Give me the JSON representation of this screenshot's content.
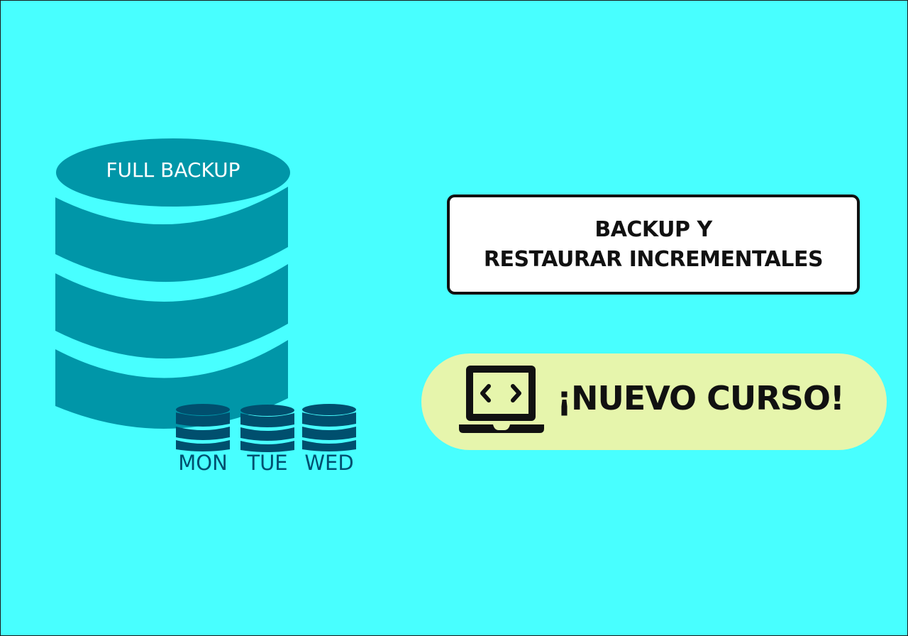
{
  "colors": {
    "background": "#48ffff",
    "cylinder_main": "#0096a8",
    "cylinder_small": "#004f6e",
    "day_label": "#005070",
    "title_box_bg": "#ffffff",
    "title_box_border": "#111111",
    "pill_bg": "#e6f5ac",
    "text_dark": "#111111",
    "text_light": "#ffffff"
  },
  "full_backup": {
    "label": "FULL BACKUP",
    "icon": "database-cylinder-icon"
  },
  "incrementals": [
    {
      "day": "MON",
      "icon": "database-small-icon"
    },
    {
      "day": "TUE",
      "icon": "database-small-icon"
    },
    {
      "day": "WED",
      "icon": "database-small-icon"
    }
  ],
  "title": {
    "line1": "BACKUP Y",
    "line2": "RESTAURAR INCREMENTALES"
  },
  "badge": {
    "icon": "laptop-code-icon",
    "text": "¡NUEVO CURSO!"
  }
}
